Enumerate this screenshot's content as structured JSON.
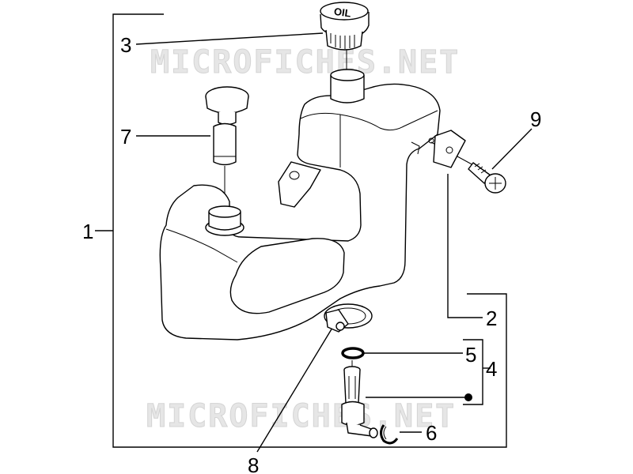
{
  "watermarks": [
    "MICROFICHES.NET",
    "MICROFICHES.NET"
  ],
  "cap_text": "OIL",
  "callouts": [
    {
      "id": "1",
      "label": "1"
    },
    {
      "id": "2",
      "label": "2"
    },
    {
      "id": "3",
      "label": "3"
    },
    {
      "id": "4",
      "label": "4"
    },
    {
      "id": "5",
      "label": "5"
    },
    {
      "id": "6",
      "label": "6"
    },
    {
      "id": "7",
      "label": "7"
    },
    {
      "id": "8",
      "label": "8"
    },
    {
      "id": "9",
      "label": "9"
    }
  ]
}
